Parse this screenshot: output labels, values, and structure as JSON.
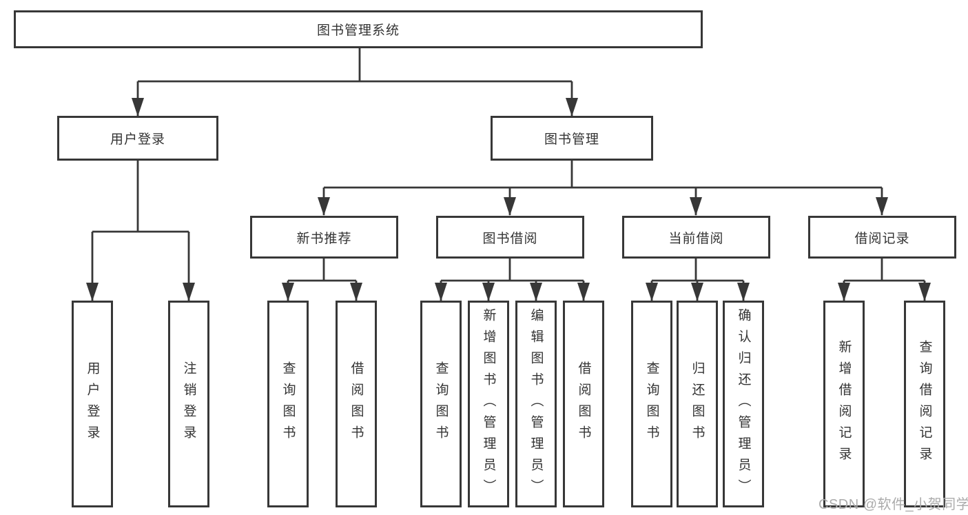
{
  "tree": {
    "root": {
      "label": "图书管理系统"
    },
    "branches": [
      {
        "label": "用户登录",
        "children": [
          "用户登录",
          "注销登录"
        ]
      },
      {
        "label": "图书管理",
        "groups": [
          {
            "label": "新书推荐",
            "children": [
              "查询图书",
              "借阅图书"
            ]
          },
          {
            "label": "图书借阅",
            "children": [
              "查询图书",
              "新增图书（管理员）",
              "编辑图书（管理员）",
              "借阅图书"
            ]
          },
          {
            "label": "当前借阅",
            "children": [
              "查询图书",
              "归还图书",
              "确认归还（管理员）"
            ]
          },
          {
            "label": "借阅记录",
            "children": [
              "新增借阅记录",
              "查询借阅记录"
            ]
          }
        ]
      }
    ]
  },
  "watermark": {
    "text": "CSDN @软件_小贺同学"
  },
  "colors": {
    "line": "#373737",
    "box_border": "#373737",
    "box_fill": "#ffffff",
    "text": "#333333",
    "watermark": "#ababab",
    "background": "#ffffff"
  }
}
